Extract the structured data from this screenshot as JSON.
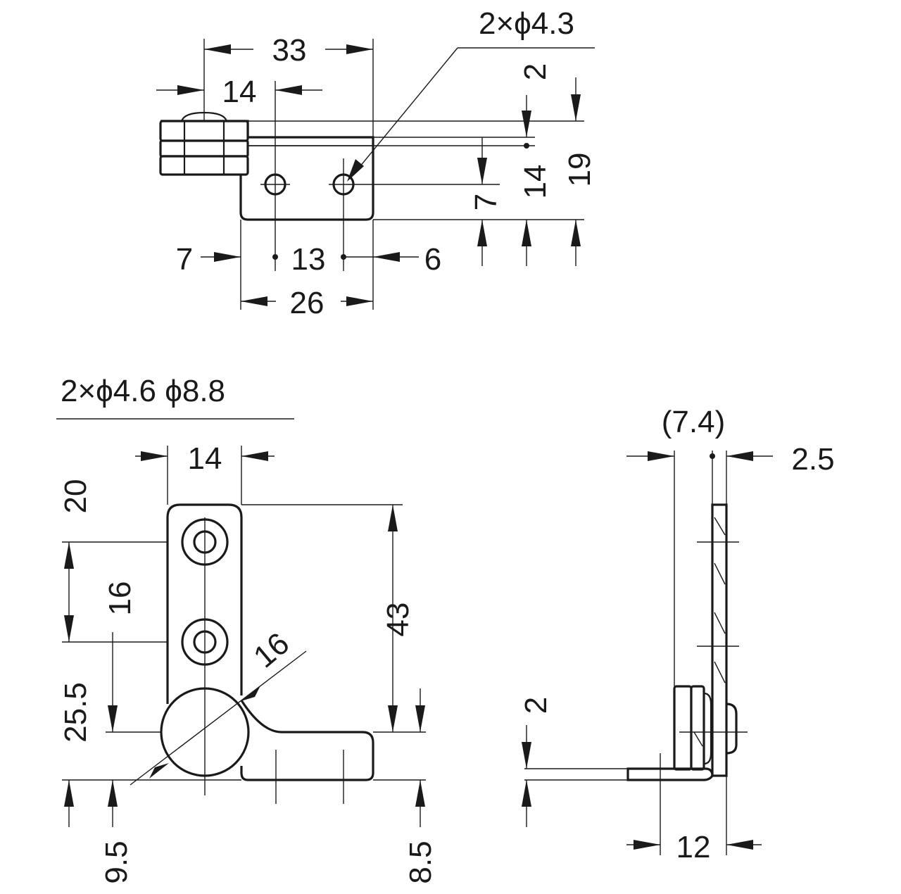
{
  "top_view": {
    "width_33": "33",
    "width_14": "14",
    "hole_callout": "2×ϕ4.3",
    "height_2": "2",
    "height_14": "14",
    "height_19": "19",
    "height_7": "7",
    "offset_7": "7",
    "pitch_13": "13",
    "offset_6": "6",
    "width_26": "26"
  },
  "front_view": {
    "hole_callout": "2×ϕ4.6 ϕ8.8",
    "width_14": "14",
    "height_20": "20",
    "height_16": "16",
    "height_43": "43",
    "diameter_16": "16",
    "height_25_5": "25.5",
    "height_9_5": "9.5",
    "height_8_5": "8.5"
  },
  "side_view": {
    "width_7_4": "(7.4)",
    "width_2_5": "2.5",
    "height_2": "2",
    "width_12": "12"
  }
}
